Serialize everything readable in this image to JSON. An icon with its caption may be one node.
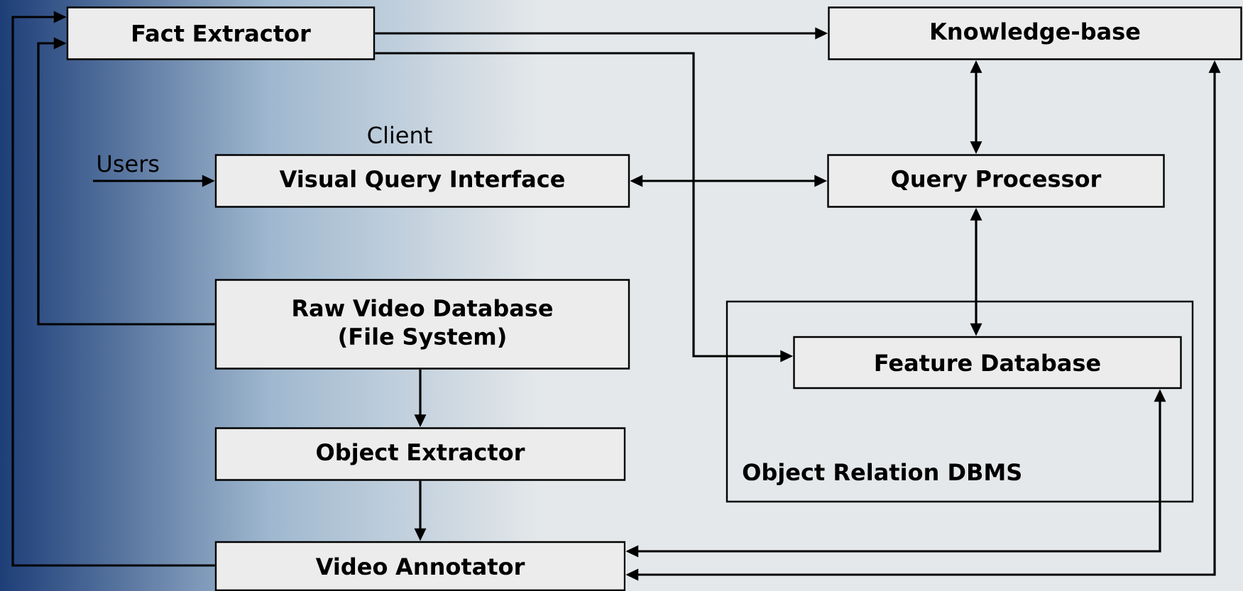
{
  "diagram": {
    "nodes": [
      {
        "text": [
          "Fact Extractor"
        ]
      },
      {
        "text": [
          "Knowledge-base"
        ]
      },
      {
        "text": [
          "Visual Query Interface"
        ],
        "beside": [
          "Client"
        ]
      },
      {
        "text": [
          "Users"
        ]
      },
      {
        "text": [
          "Query Processor"
        ]
      },
      {
        "text": [
          "Raw Video Database (File System)"
        ]
      },
      {
        "text": [
          "Object Relation DBMS"
        ]
      },
      {
        "text": [
          "Feature Database"
        ],
        "in": 6
      },
      {
        "text": [
          "Object Extractor"
        ]
      },
      {
        "text": [
          "Video Annotator"
        ]
      }
    ],
    "edges": [
      {
        "from": 0,
        "to": 1,
        "arrow": "to"
      },
      {
        "from": 0,
        "to": 7,
        "arrow": "to"
      },
      {
        "from": 1,
        "to": 4,
        "arrow": "both"
      },
      {
        "from": 3,
        "to": 2,
        "arrow": "to"
      },
      {
        "from": 2,
        "to": 4,
        "arrow": "both"
      },
      {
        "from": 4,
        "to": 7,
        "arrow": "both"
      },
      {
        "from": 5,
        "to": 0,
        "arrow": "to"
      },
      {
        "from": 9,
        "to": 0,
        "arrow": "to"
      },
      {
        "from": 5,
        "to": 8,
        "arrow": "to"
      },
      {
        "from": 8,
        "to": 9,
        "arrow": "to"
      },
      {
        "from": 9,
        "to": 7,
        "arrow": "both"
      },
      {
        "from": 9,
        "to": 1,
        "arrow": "both"
      }
    ]
  }
}
